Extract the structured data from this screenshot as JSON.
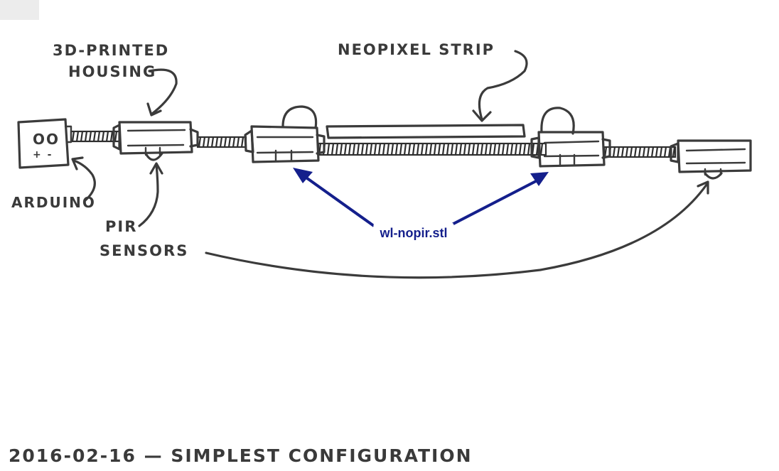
{
  "labels": {
    "housing_line1": "3D-PRINTED",
    "housing_line2": "HOUSING",
    "strip": "NEOPIXEL STRIP",
    "arduino": "ARDUINO",
    "pir_line1": "PIR",
    "pir_line2": "SENSORS",
    "callout": "wl-nopir.stl",
    "caption": "2016-02-16 — SIMPLEST CONFIGURATION"
  },
  "arduino_glyph": {
    "top": "OO",
    "bottom": "+ -"
  },
  "colors": {
    "ink": "#3b3b3b",
    "callout": "#141f8c",
    "paper": "#ffffff"
  }
}
